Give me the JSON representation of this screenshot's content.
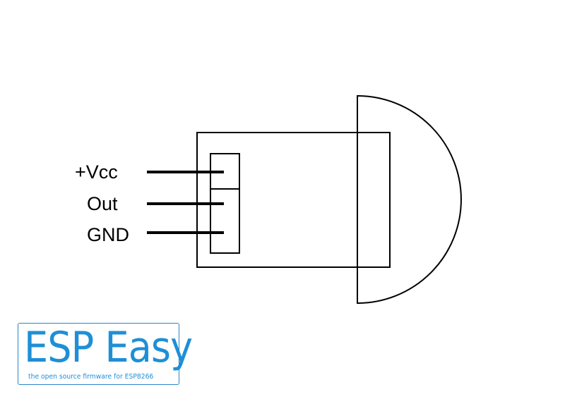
{
  "pins": [
    {
      "label": "+Vcc"
    },
    {
      "label": "Out"
    },
    {
      "label": "GND"
    }
  ],
  "logo": {
    "title": "ESP Easy",
    "tagline": "the open source firmware for ESP8266",
    "color": "#1e8fd6",
    "border_color": "#2b86c8"
  },
  "colors": {
    "line": "#000000",
    "background": "#ffffff"
  }
}
